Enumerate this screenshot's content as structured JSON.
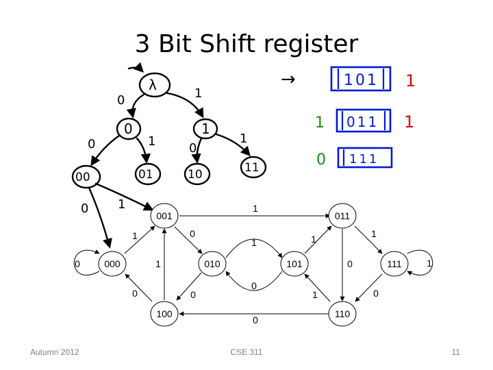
{
  "title": "3 Bit Shift register",
  "footer": {
    "left": "Autumn 2012",
    "center": "CSE 311",
    "right": "11"
  },
  "colors": {
    "ink": "#000000",
    "red": "#e00000",
    "green": "#1a8a1a",
    "blue": "#0018d8",
    "footer": "#7f7f7f"
  },
  "handwriting": {
    "tree": {
      "root": "λ",
      "level1": [
        "0",
        "1"
      ],
      "level2": [
        "00",
        "01",
        "10",
        "11"
      ],
      "edge_labels": [
        "0",
        "1",
        "0",
        "1",
        "0",
        "1",
        "0",
        "1"
      ]
    },
    "registers": [
      {
        "input": "",
        "arrow": "→",
        "contents": "101",
        "output": "1"
      },
      {
        "input": "1",
        "arrow": "",
        "contents": "011",
        "output": "1"
      },
      {
        "input": "0",
        "arrow": "",
        "contents": "111",
        "output": ""
      }
    ]
  },
  "states": [
    "000",
    "001",
    "010",
    "011",
    "100",
    "101",
    "110",
    "111"
  ],
  "transitions": [
    {
      "from": "000",
      "to": "000",
      "label": "0"
    },
    {
      "from": "000",
      "to": "001",
      "label": "1"
    },
    {
      "from": "001",
      "to": "011",
      "label": "1"
    },
    {
      "from": "001",
      "to": "010",
      "label": "0"
    },
    {
      "from": "010",
      "to": "101",
      "label": "1"
    },
    {
      "from": "101",
      "to": "010",
      "label": "0"
    },
    {
      "from": "010",
      "to": "100",
      "label": "0"
    },
    {
      "from": "100",
      "to": "000",
      "label": "0"
    },
    {
      "from": "100",
      "to": "001",
      "label": "1"
    },
    {
      "from": "101",
      "to": "011",
      "label": "1"
    },
    {
      "from": "011",
      "to": "111",
      "label": "1"
    },
    {
      "from": "011",
      "to": "110",
      "label": "0"
    },
    {
      "from": "110",
      "to": "101",
      "label": "1"
    },
    {
      "from": "111",
      "to": "110",
      "label": "0"
    },
    {
      "from": "110",
      "to": "100",
      "label": "0"
    },
    {
      "from": "111",
      "to": "111",
      "label": "1"
    }
  ]
}
